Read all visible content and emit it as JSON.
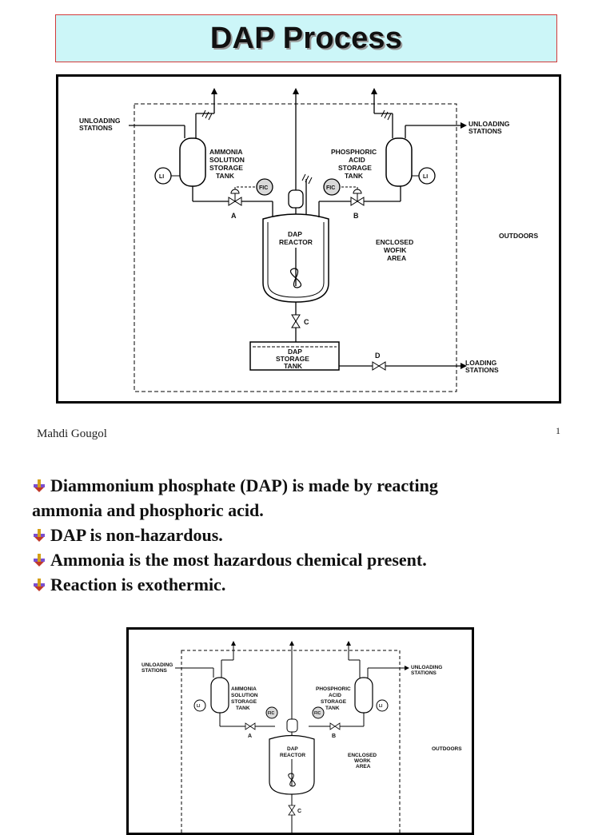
{
  "title": "DAP Process",
  "diagram": {
    "unloading_left": [
      "UNLOADING",
      "STATIONS"
    ],
    "unloading_right": [
      "UNLOADING",
      "STATIONS"
    ],
    "ammonia_tank": [
      "AMMONIA",
      "SOLUTION",
      "STORAGE",
      "TANK"
    ],
    "phosphoric_tank": [
      "PHOSPHORIC",
      "ACID",
      "STORAGE",
      "TANK"
    ],
    "li_label": "LI",
    "fic_label": "FIC",
    "valve_a": "A",
    "valve_b": "B",
    "valve_c": "C",
    "valve_d": "D",
    "reactor": [
      "DAP",
      "REACTOR"
    ],
    "enclosed_area_1": [
      "ENCLOSED",
      "WOFIK",
      "AREA"
    ],
    "enclosed_area_2": [
      "ENCLOSED",
      "WORK",
      "AREA"
    ],
    "outdoors": "OUTDOORS",
    "storage_tank": [
      "DAP",
      "STORAGE",
      "TANK"
    ],
    "loading": [
      "LOADING",
      "STATIONS"
    ]
  },
  "footer": {
    "author": "Mahdi Gougol",
    "page": "1"
  },
  "bullets": [
    {
      "lines": [
        "Diammonium phosphate (DAP) is made by reacting",
        "ammonia and phosphoric acid."
      ]
    },
    {
      "lines": [
        "DAP is non-hazardous."
      ]
    },
    {
      "lines": [
        "Ammonia is the most hazardous chemical present."
      ]
    },
    {
      "lines": [
        "Reaction is exothermic."
      ]
    }
  ],
  "colors": {
    "title_bg": "#ccf6f8",
    "title_border": "#d23a3a",
    "bullet_icon": "#d4a017"
  }
}
